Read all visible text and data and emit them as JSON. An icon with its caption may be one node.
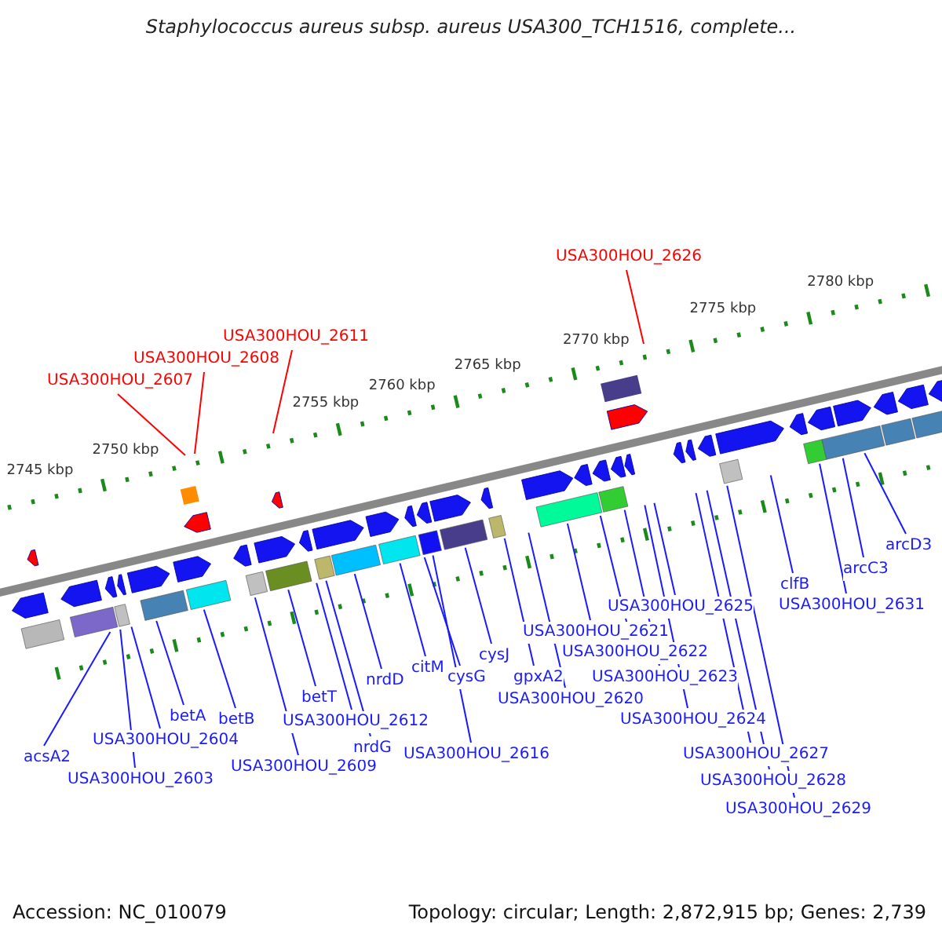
{
  "diagram": {
    "title": "Staphylococcus aureus subsp. aureus USA300_TCH1516, complete...",
    "nodes": [
      {
        "text": [
          "USA300HOU_2607"
        ]
      },
      {
        "text": [
          "USA300HOU_2608"
        ]
      },
      {
        "text": [
          "USA300HOU_2611"
        ]
      },
      {
        "text": [
          "USA300HOU_2626"
        ]
      },
      {
        "text": [
          "acsA2"
        ]
      },
      {
        "text": [
          "USA300HOU_2603"
        ]
      },
      {
        "text": [
          "USA300HOU_2604"
        ]
      },
      {
        "text": [
          "betA"
        ]
      },
      {
        "text": [
          "betB"
        ]
      },
      {
        "text": [
          "USA300HOU_2609"
        ]
      },
      {
        "text": [
          "betT"
        ]
      },
      {
        "text": [
          "USA300HOU_2612"
        ]
      },
      {
        "text": [
          "nrdG"
        ]
      },
      {
        "text": [
          "nrdD"
        ]
      },
      {
        "text": [
          "citM"
        ]
      },
      {
        "text": [
          "cysG"
        ]
      },
      {
        "text": [
          "USA300HOU_2616"
        ]
      },
      {
        "text": [
          "cysJ"
        ]
      },
      {
        "text": [
          "gpxA2"
        ]
      },
      {
        "text": [
          "USA300HOU_2620"
        ]
      },
      {
        "text": [
          "USA300HOU_2621"
        ]
      },
      {
        "text": [
          "USA300HOU_2622"
        ]
      },
      {
        "text": [
          "USA300HOU_2623"
        ]
      },
      {
        "text": [
          "USA300HOU_2624"
        ]
      },
      {
        "text": [
          "USA300HOU_2625"
        ]
      },
      {
        "text": [
          "USA300HOU_2627"
        ]
      },
      {
        "text": [
          "USA300HOU_2628"
        ]
      },
      {
        "text": [
          "USA300HOU_2629"
        ]
      },
      {
        "text": [
          "clfB"
        ]
      },
      {
        "text": [
          "USA300HOU_2631"
        ]
      },
      {
        "text": [
          "arcC3"
        ]
      },
      {
        "text": [
          "arcD3"
        ]
      }
    ],
    "edges": [
      {
        "from": 0,
        "to": null,
        "arrow": "none",
        "color": "#ff0000"
      },
      {
        "from": 1,
        "to": null,
        "arrow": "none",
        "color": "#ff0000"
      },
      {
        "from": 2,
        "to": null,
        "arrow": "none",
        "color": "#ff0000"
      },
      {
        "from": 3,
        "to": null,
        "arrow": "none",
        "color": "#ff0000"
      },
      {
        "from": 4,
        "to": null,
        "arrow": "none"
      },
      {
        "from": 5,
        "to": null,
        "arrow": "none"
      },
      {
        "from": 6,
        "to": null,
        "arrow": "none"
      },
      {
        "from": 7,
        "to": null,
        "arrow": "none"
      },
      {
        "from": 8,
        "to": null,
        "arrow": "none"
      },
      {
        "from": 9,
        "to": null,
        "arrow": "none"
      },
      {
        "from": 10,
        "to": null,
        "arrow": "none"
      },
      {
        "from": 11,
        "to": null,
        "arrow": "none"
      },
      {
        "from": 12,
        "to": null,
        "arrow": "none"
      },
      {
        "from": 13,
        "to": null,
        "arrow": "none"
      },
      {
        "from": 14,
        "to": null,
        "arrow": "none"
      },
      {
        "from": 15,
        "to": null,
        "arrow": "none"
      },
      {
        "from": 16,
        "to": null,
        "arrow": "none"
      },
      {
        "from": 17,
        "to": null,
        "arrow": "none"
      },
      {
        "from": 18,
        "to": null,
        "arrow": "none"
      },
      {
        "from": 19,
        "to": null,
        "arrow": "none"
      },
      {
        "from": 20,
        "to": null,
        "arrow": "none"
      },
      {
        "from": 21,
        "to": null,
        "arrow": "none"
      },
      {
        "from": 22,
        "to": null,
        "arrow": "none"
      },
      {
        "from": 23,
        "to": null,
        "arrow": "none"
      },
      {
        "from": 24,
        "to": null,
        "arrow": "none"
      },
      {
        "from": 25,
        "to": null,
        "arrow": "none"
      },
      {
        "from": 26,
        "to": null,
        "arrow": "none"
      },
      {
        "from": 27,
        "to": null,
        "arrow": "none"
      },
      {
        "from": 28,
        "to": null,
        "arrow": "none"
      },
      {
        "from": 29,
        "to": null,
        "arrow": "none"
      },
      {
        "from": 30,
        "to": null,
        "arrow": "none"
      },
      {
        "from": 31,
        "to": null,
        "arrow": "none"
      }
    ],
    "labels": [
      "2745 kbp",
      "2750 kbp",
      "2755 kbp",
      "2760 kbp",
      "2765 kbp",
      "2770 kbp",
      "2775 kbp",
      "2780 kbp",
      "Accession: NC_010079",
      "Topology: circular; Length: 2,872,915 bp; Genes: 2,739"
    ]
  }
}
